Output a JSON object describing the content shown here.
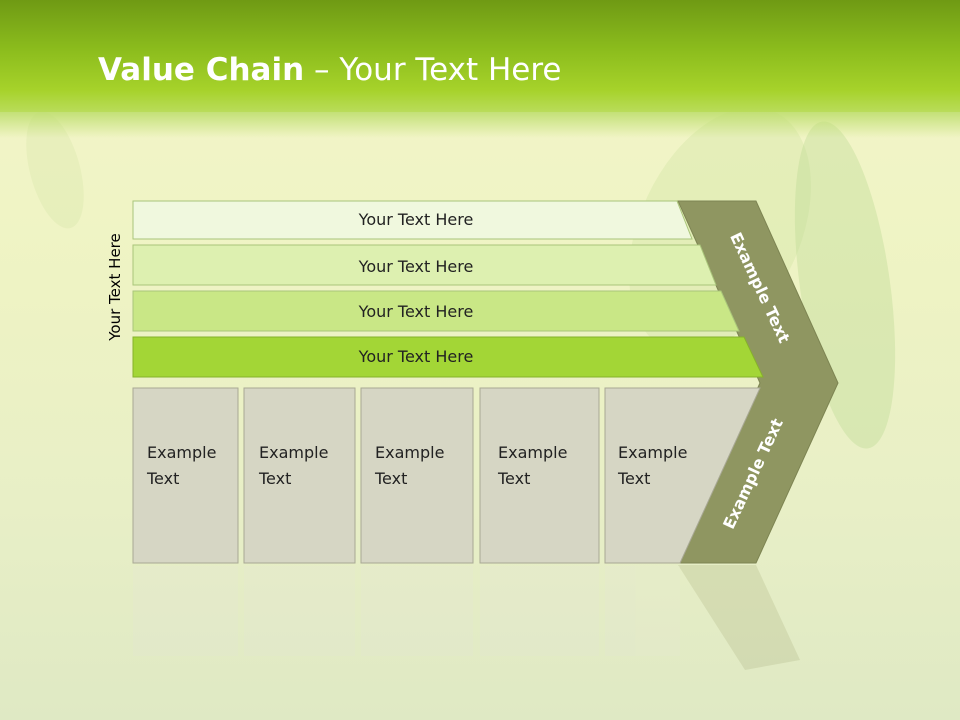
{
  "title": {
    "bold": "Value Chain",
    "rest": " – Your Text Here"
  },
  "side_label": "Your Text Here",
  "bars": [
    {
      "label": "Your Text Here",
      "color": "#f0f8de"
    },
    {
      "label": "Your Text Here",
      "color": "#ddf0b0"
    },
    {
      "label": "Your Text Here",
      "color": "#c9e786"
    },
    {
      "label": "Your Text Here",
      "color": "#a3d636"
    }
  ],
  "boxes": [
    {
      "line1": "Example",
      "line2": "Text"
    },
    {
      "line1": "Example",
      "line2": "Text"
    },
    {
      "line1": "Example",
      "line2": "Text"
    },
    {
      "line1": "Example",
      "line2": "Text"
    },
    {
      "line1": "Example",
      "line2": "Text"
    }
  ],
  "arrow_top_label": "Example Text",
  "arrow_bottom_label": "Example Text",
  "colors": {
    "box": "#d6d6c4",
    "arrow": "#8f9661",
    "header": "#8cbd1d"
  }
}
